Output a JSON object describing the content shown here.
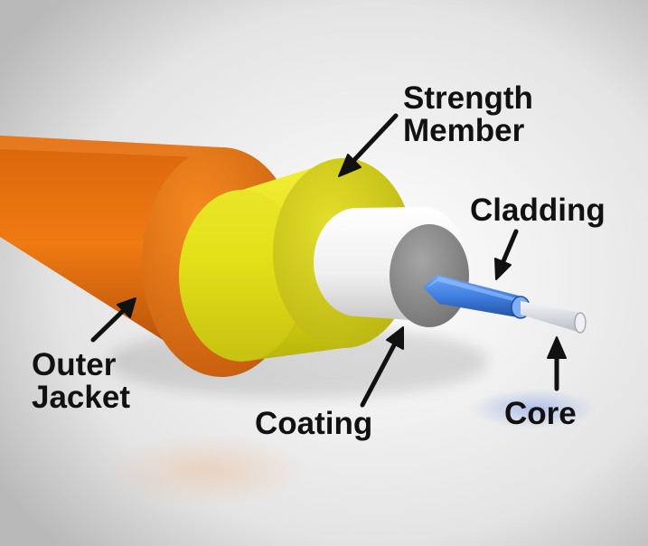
{
  "diagram": {
    "labels": {
      "strength_member": {
        "line1": "Strength",
        "line2": "Member"
      },
      "cladding": "Cladding",
      "outer_jacket": {
        "line1": "Outer",
        "line2": "Jacket"
      },
      "coating": "Coating",
      "core": "Core"
    },
    "colors": {
      "outer_jacket": "#E8700E",
      "strength_member": "#E6E215",
      "coating": "#F2F2F2",
      "buffer_face": "#8F8F8F",
      "cladding": "#3F7FE0",
      "core": "#D9DDE2",
      "arrow": "#111111"
    }
  }
}
